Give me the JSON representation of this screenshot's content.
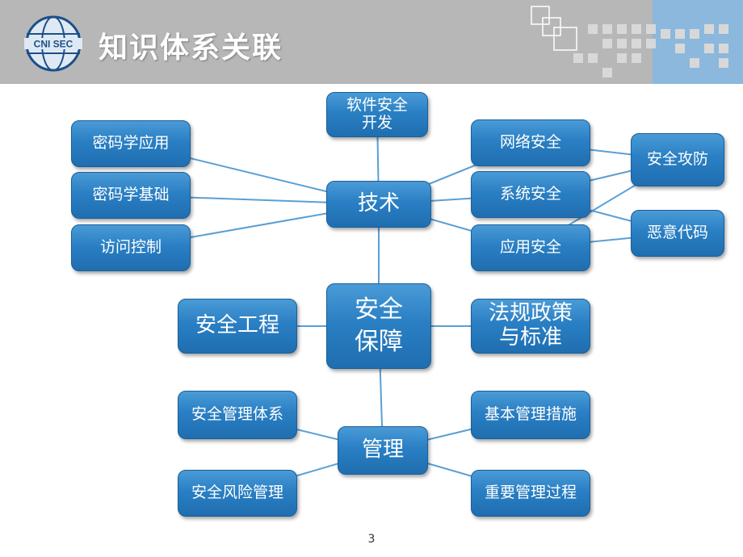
{
  "slide": {
    "title": "知识体系关联",
    "page_number": "3"
  },
  "colors": {
    "header_bg": "#b7b7b7",
    "header_accent": "#8bb8dc",
    "node_fill": "#2a7fc4",
    "line": "#5a9fd4"
  },
  "logo": {
    "icon": "globe-logo-icon",
    "text": "CNI SEC"
  },
  "nodes": {
    "software_security_dev": "软件安全\n开发",
    "crypto_app": "密码学应用",
    "crypto_basics": "密码学基础",
    "access_control": "访问控制",
    "technology": "技术",
    "network_security": "网络安全",
    "system_security": "系统安全",
    "application_security": "应用安全",
    "security_attack_defense": "安全攻防",
    "malicious_code": "恶意代码",
    "security_assurance": "安全\n保障",
    "security_engineering": "安全工程",
    "laws_policies_standards": "法规政策\n与标准",
    "security_mgmt_system": "安全管理体系",
    "management": "管理",
    "basic_mgmt_measures": "基本管理措施",
    "security_risk_mgmt": "安全风险管理",
    "important_mgmt_process": "重要管理过程"
  },
  "edges": [
    [
      "technology",
      "software_security_dev"
    ],
    [
      "technology",
      "crypto_app"
    ],
    [
      "technology",
      "crypto_basics"
    ],
    [
      "technology",
      "access_control"
    ],
    [
      "technology",
      "network_security"
    ],
    [
      "technology",
      "system_security"
    ],
    [
      "technology",
      "application_security"
    ],
    [
      "technology",
      "security_assurance"
    ],
    [
      "network_security",
      "security_attack_defense"
    ],
    [
      "system_security",
      "security_attack_defense"
    ],
    [
      "application_security",
      "security_attack_defense"
    ],
    [
      "system_security",
      "malicious_code"
    ],
    [
      "application_security",
      "malicious_code"
    ],
    [
      "security_assurance",
      "security_engineering"
    ],
    [
      "security_assurance",
      "laws_policies_standards"
    ],
    [
      "security_assurance",
      "management"
    ],
    [
      "management",
      "security_mgmt_system"
    ],
    [
      "management",
      "basic_mgmt_measures"
    ],
    [
      "management",
      "security_risk_mgmt"
    ],
    [
      "management",
      "important_mgmt_process"
    ]
  ]
}
